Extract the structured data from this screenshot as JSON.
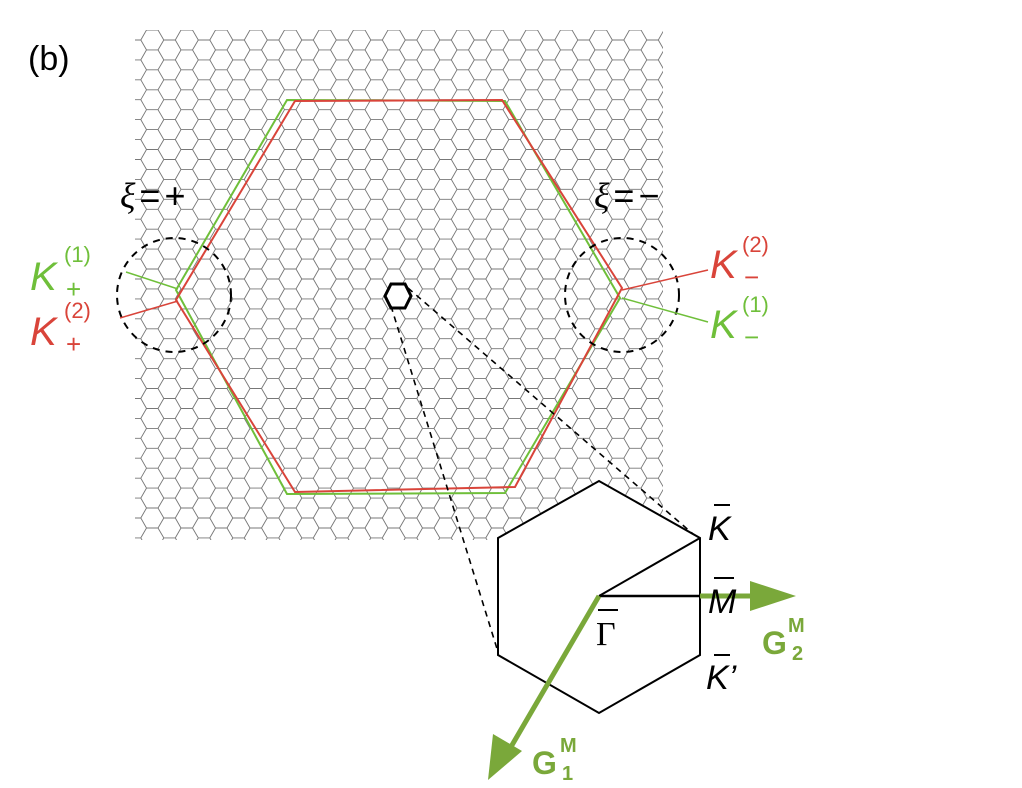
{
  "panel_label": "(b)",
  "colors": {
    "green": "#6fbf3a",
    "red": "#d9443a",
    "black": "#000000",
    "lattice": "#777777",
    "arrow_green": "#7aa83a"
  },
  "valleys": {
    "plus": {
      "xi": "ξ",
      "eq": "=",
      "sign": "+"
    },
    "minus": {
      "xi": "ξ",
      "eq": "=",
      "sign": "−"
    }
  },
  "k_points": {
    "k_plus_1": {
      "base": "K",
      "sub": "+",
      "sup": "(1)"
    },
    "k_plus_2": {
      "base": "K",
      "sub": "+",
      "sup": "(2)"
    },
    "k_minus_2": {
      "base": "K",
      "sub": "−",
      "sup": "(2)"
    },
    "k_minus_1": {
      "base": "K",
      "sub": "−",
      "sup": "(1)"
    }
  },
  "bz_labels": {
    "K": "K",
    "M": "M",
    "K_prime": "K’",
    "Gamma": "Γ"
  },
  "vectors": {
    "G1": {
      "base": "G",
      "sub": "1",
      "sup": "M"
    },
    "G2": {
      "base": "G",
      "sub": "2",
      "sup": "M"
    }
  }
}
